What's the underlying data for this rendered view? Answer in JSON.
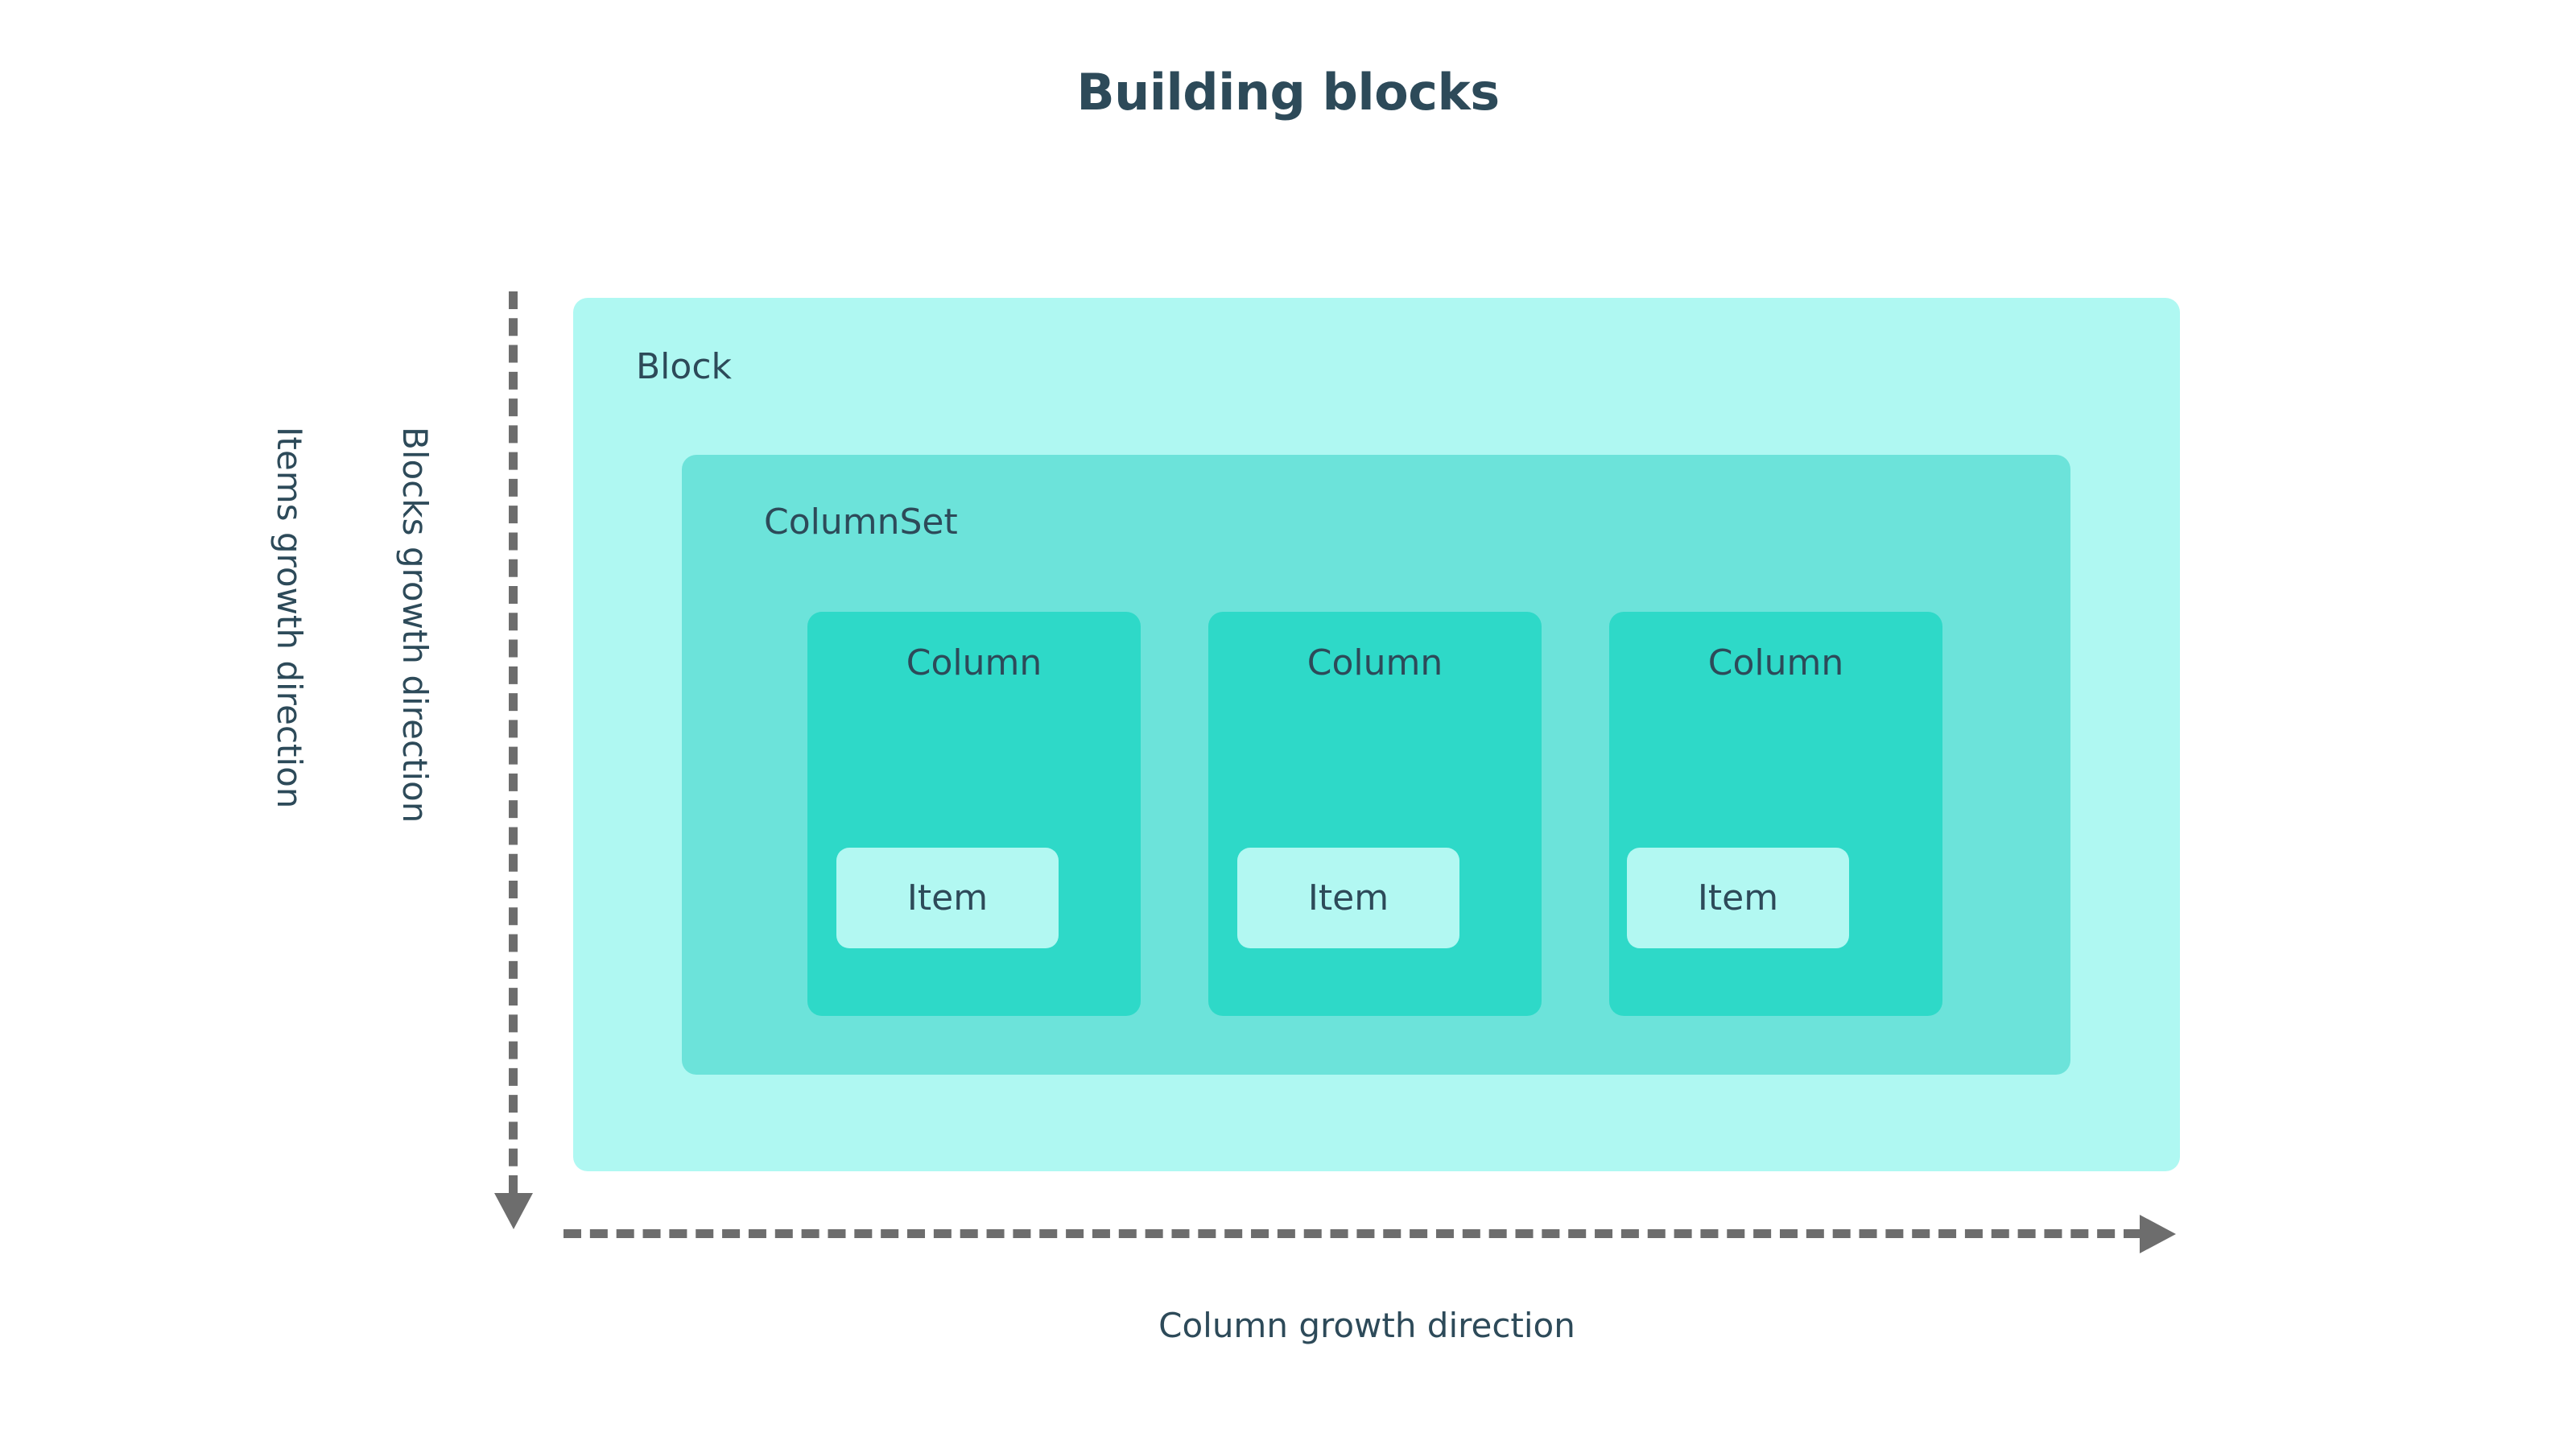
{
  "page": {
    "title": "Building blocks",
    "background_color": "#ffffff",
    "text_color": "#2d4a59"
  },
  "axes": {
    "vertical": {
      "labels": [
        {
          "name": "items-growth",
          "text": "Items growth direction"
        },
        {
          "name": "blocks-growth",
          "text": "Blocks growth direction"
        }
      ],
      "arrow_direction": "down",
      "arrow_color": "#6d6d6d",
      "line_style": "dashed"
    },
    "horizontal": {
      "label": "Column growth direction",
      "arrow_direction": "right",
      "arrow_color": "#6d6d6d",
      "line_style": "dashed"
    }
  },
  "diagram": {
    "block": {
      "label": "Block",
      "color": "#aff8f2",
      "columnset": {
        "label": "ColumnSet",
        "color": "#6ce3da",
        "columns": [
          {
            "label": "Column",
            "color": "#2ed9c8",
            "item": {
              "label": "Item",
              "color": "#b2f8f2"
            }
          },
          {
            "label": "Column",
            "color": "#2ed9c8",
            "item": {
              "label": "Item",
              "color": "#b2f8f2"
            }
          },
          {
            "label": "Column",
            "color": "#2ed9c8",
            "item": {
              "label": "Item",
              "color": "#b2f8f2"
            }
          }
        ]
      }
    }
  }
}
